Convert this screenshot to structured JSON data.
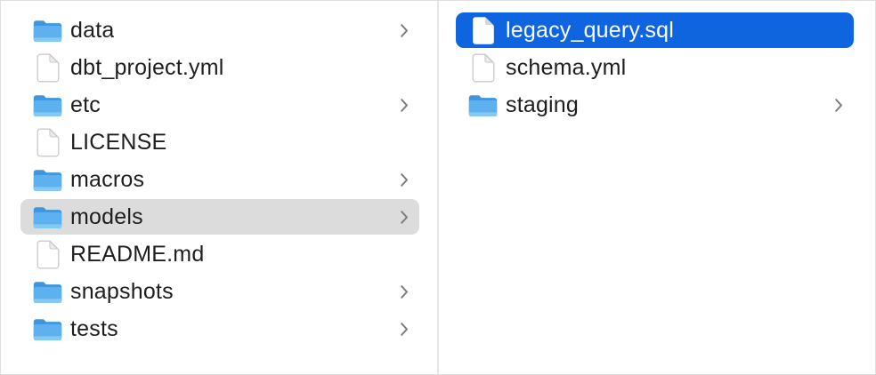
{
  "window": {
    "type": "finder-column-browser"
  },
  "colors": {
    "selection_active": "#0f65e0",
    "selection_inactive": "#dcdcdc",
    "text": "#1e1e1e",
    "text_selected": "#ffffff",
    "chevron": "#7d7d7d",
    "divider": "#e6e6e6",
    "border": "#e0e0e0",
    "background": "#ffffff",
    "folder_back": "#3e96df",
    "folder_front": "#5db1ef",
    "folder_lip": "#85c8f5",
    "document_outline": "#c9c9c9",
    "document_fold": "#ededed"
  },
  "columns": [
    {
      "name": "column-parent-folder",
      "items": [
        {
          "label": "data",
          "type": "folder",
          "icon": "folder-icon",
          "chevron": true,
          "selected": "none"
        },
        {
          "label": "dbt_project.yml",
          "type": "file",
          "icon": "document-icon",
          "chevron": false,
          "selected": "none"
        },
        {
          "label": "etc",
          "type": "folder",
          "icon": "folder-icon",
          "chevron": true,
          "selected": "none"
        },
        {
          "label": "LICENSE",
          "type": "file",
          "icon": "document-icon",
          "chevron": false,
          "selected": "none"
        },
        {
          "label": "macros",
          "type": "folder",
          "icon": "folder-icon",
          "chevron": true,
          "selected": "none"
        },
        {
          "label": "models",
          "type": "folder",
          "icon": "folder-icon",
          "chevron": true,
          "selected": "inactive"
        },
        {
          "label": "README.md",
          "type": "file",
          "icon": "document-icon",
          "chevron": false,
          "selected": "none"
        },
        {
          "label": "snapshots",
          "type": "folder",
          "icon": "folder-icon",
          "chevron": true,
          "selected": "none"
        },
        {
          "label": "tests",
          "type": "folder",
          "icon": "folder-icon",
          "chevron": true,
          "selected": "none"
        }
      ]
    },
    {
      "name": "column-models-contents",
      "items": [
        {
          "label": "legacy_query.sql",
          "type": "file",
          "icon": "document-icon",
          "chevron": false,
          "selected": "active"
        },
        {
          "label": "schema.yml",
          "type": "file",
          "icon": "document-icon",
          "chevron": false,
          "selected": "none"
        },
        {
          "label": "staging",
          "type": "folder",
          "icon": "folder-icon",
          "chevron": true,
          "selected": "none"
        }
      ]
    }
  ]
}
